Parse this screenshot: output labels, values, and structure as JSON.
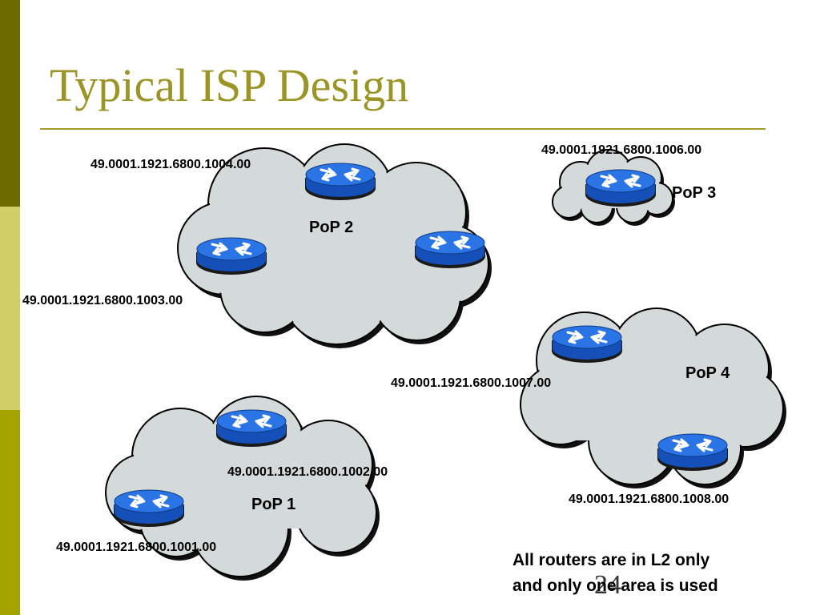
{
  "slide": {
    "title": "Typical ISP Design",
    "page_number": "24",
    "note_line1": "All routers are in L2 only",
    "note_line2": "and only one area is used"
  },
  "colors": {
    "sidebar_dark": "#6b6b00",
    "sidebar_light": "#cfcf66",
    "sidebar_mid": "#a3a300",
    "title": "#9b9426",
    "cloud_fill": "#d4d9da",
    "router_blue": "#1f66d9"
  },
  "pops": [
    {
      "name": "PoP 1"
    },
    {
      "name": "PoP 2"
    },
    {
      "name": "PoP 3"
    },
    {
      "name": "PoP 4"
    }
  ],
  "routers": [
    {
      "address": "49.0001.1921.6800.1001.00",
      "pop": "PoP 1"
    },
    {
      "address": "49.0001.1921.6800.1002.00",
      "pop": "PoP 1"
    },
    {
      "address": "49.0001.1921.6800.1003.00",
      "pop": "PoP 2"
    },
    {
      "address": "49.0001.1921.6800.1004.00",
      "pop": "PoP 2"
    },
    {
      "address": "49.0001.1921.6800.1006.00",
      "pop": "PoP 3"
    },
    {
      "address": "49.0001.1921.6800.1007.00",
      "pop": "PoP 4"
    },
    {
      "address": "49.0001.1921.6800.1008.00",
      "pop": "PoP 4"
    }
  ]
}
